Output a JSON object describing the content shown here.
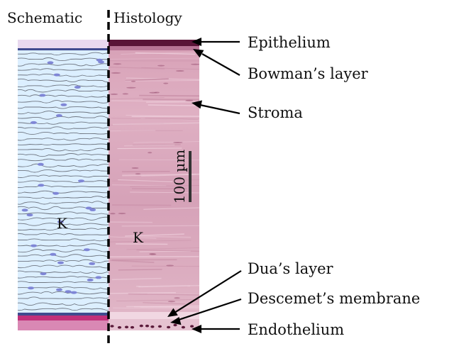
{
  "headers": {
    "left": "Schematic",
    "right": "Histology"
  },
  "keratocyte_markers": {
    "schematic": "K",
    "histology": "K"
  },
  "scale_bar": {
    "label": "100 µm"
  },
  "layers": [
    "Epithelium",
    "Bowman’s layer",
    "Stroma",
    "Dua’s layer",
    "Descemet’s membrane",
    "Endothelium"
  ],
  "colors": {
    "schematic_stroma": "#dcefff",
    "schematic_fiber": "#6f7680",
    "schematic_nucleus": "#7f86d6",
    "schematic_epithelium": "#e8d9ef",
    "schematic_bowman": "#3f4b8f",
    "schematic_descemet": "#c1307a",
    "schematic_endothelium": "#d988b4",
    "histology_base": "#dba9bd",
    "histology_epithelium": "#5a1437",
    "histology_endothelium": "#7e2a50",
    "scale_bar": "#333333",
    "divider": "#000000",
    "arrow": "#000000"
  }
}
